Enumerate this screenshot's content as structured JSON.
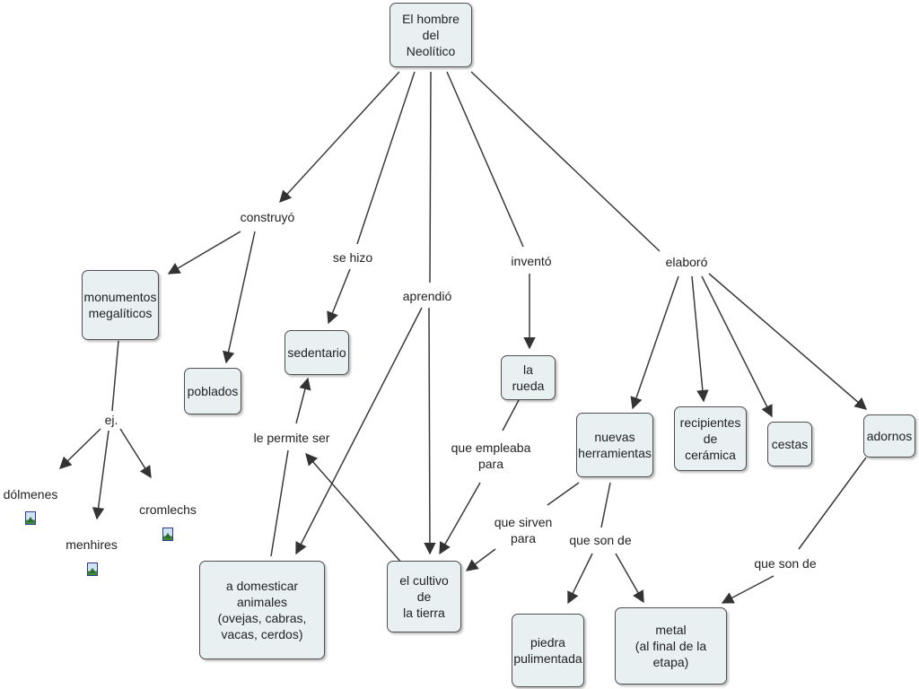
{
  "concepts": {
    "root": "El hombre del\nNeolítico",
    "monumentos": "monumentos\nmegalíticos",
    "poblados": "poblados",
    "sedentario": "sedentario",
    "rueda": "la rueda",
    "herramientas": "nuevas\nherramientas",
    "recipientes": "recipientes\nde cerámica",
    "cestas": "cestas",
    "adornos": "adornos",
    "domesticar": "a domesticar animales\n(ovejas, cabras,\nvacas, cerdos)",
    "cultivo": "el cultivo de\nla tierra",
    "piedra": "piedra\npulimentada",
    "metal": "metal\n(al final de la etapa)"
  },
  "links": {
    "construyo": "construyó",
    "se_hizo": "se hizo",
    "aprendio": "aprendió",
    "invento": "inventó",
    "elaboro": "elaboró",
    "ej": "ej.",
    "le_permite_ser": "le permite ser",
    "que_empleaba_para": "que empleaba\npara",
    "que_sirven_para": "que sirven\npara",
    "que_son_de_1": "que son de",
    "que_son_de_2": "que son de"
  },
  "examples": {
    "dolmenes": "dólmenes",
    "menhires": "menhires",
    "cromlechs": "cromlechs"
  }
}
